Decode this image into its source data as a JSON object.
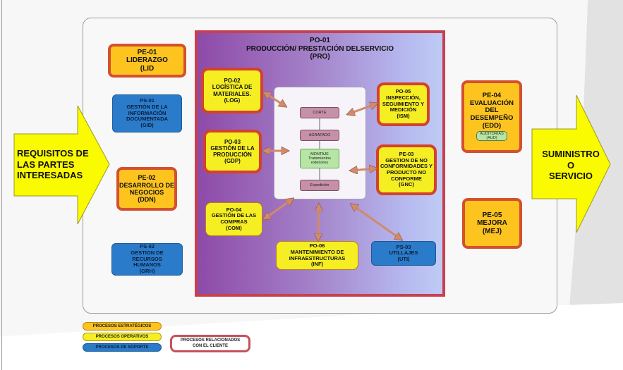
{
  "inputs": {
    "left_arrow": [
      "REQUISITOS DE",
      "LAS PARTES",
      "INTERESADAS"
    ],
    "right_arrow": [
      "SUMINISTRO",
      "O",
      "SERVICIO"
    ]
  },
  "strategic": [
    {
      "code": "PE-01",
      "name": "LIDERAZGO",
      "abbr": "(LID"
    },
    {
      "code": "PE-02",
      "name": "DESARROLLO DE NEGOCIOS",
      "abbr": "(DDN)"
    },
    {
      "code": "PE-04",
      "name": "EVALUACIÓN DEL DESEMPEÑO",
      "abbr": "(EDD)",
      "sub": {
        "name": "AUDITORIAS",
        "abbr": "(AUD)"
      }
    },
    {
      "code": "PE-05",
      "name": "MEJORA",
      "abbr": "(MEJ)"
    }
  ],
  "support": [
    {
      "code": "PS-01",
      "name": "GESTIÓN DE LA INFORMACIÓN DOCUMENTADA",
      "abbr": "(GID)"
    },
    {
      "code": "PS-02",
      "name": "GESTION DE RECURSOS HUMANOS",
      "abbr": "(GRH)"
    },
    {
      "code": "PS-03",
      "name": "UTILLAJES",
      "abbr": "(UTI)"
    }
  ],
  "production": {
    "code": "PO-01",
    "name": "PRODUCCIÓN/ PRESTACIÓN DELSERVICIO",
    "abbr": "(PRO)",
    "flow": [
      {
        "label": "CORTE"
      },
      {
        "label": "AGRAFADO"
      },
      {
        "label": "MONTAJE",
        "sub": "Tratamientos exteriores"
      },
      {
        "label": "Expedición"
      }
    ]
  },
  "operative": [
    {
      "code": "PO-02",
      "name": "LOGÍSTICA DE MATERIALES.",
      "abbr": "(LOG)"
    },
    {
      "code": "PO-03",
      "name": "GESTIÓN DE LA PRODUCCIÓN",
      "abbr": "(GDP)"
    },
    {
      "code": "PO-04",
      "name": "GESTIÓN DE LAS COMPRAS",
      "abbr": "(COM)"
    },
    {
      "code": "PO-05",
      "name": "INSPECCIÓN, SEGUIMIENTO Y MEDICIÓN",
      "abbr": "(ISM)"
    },
    {
      "code": "PE-03",
      "name": "GESTION DE NO CONFORMIDADES Y PRODUCTO NO CONFORME",
      "abbr": "(GNC)"
    },
    {
      "code": "PO-06",
      "name": "MANTENIMIENTO DE INFRAESTRUCTURAS",
      "abbr": "(INF)"
    }
  ],
  "legend": {
    "strategic": "PROCESOS ESTRATÉGICOS",
    "operative": "PROCESOS OPERATIVOS",
    "support": "PROCESOS DE SOPORTE",
    "client": [
      "PROCESOS RELACIONADOS",
      "CON EL CLIENTE"
    ]
  },
  "colors": {
    "strategic": "#fdc31f",
    "operative": "#f5ee23",
    "support": "#2a7bc9",
    "client_border": "#c7515a",
    "arrow": "#fafa00"
  }
}
